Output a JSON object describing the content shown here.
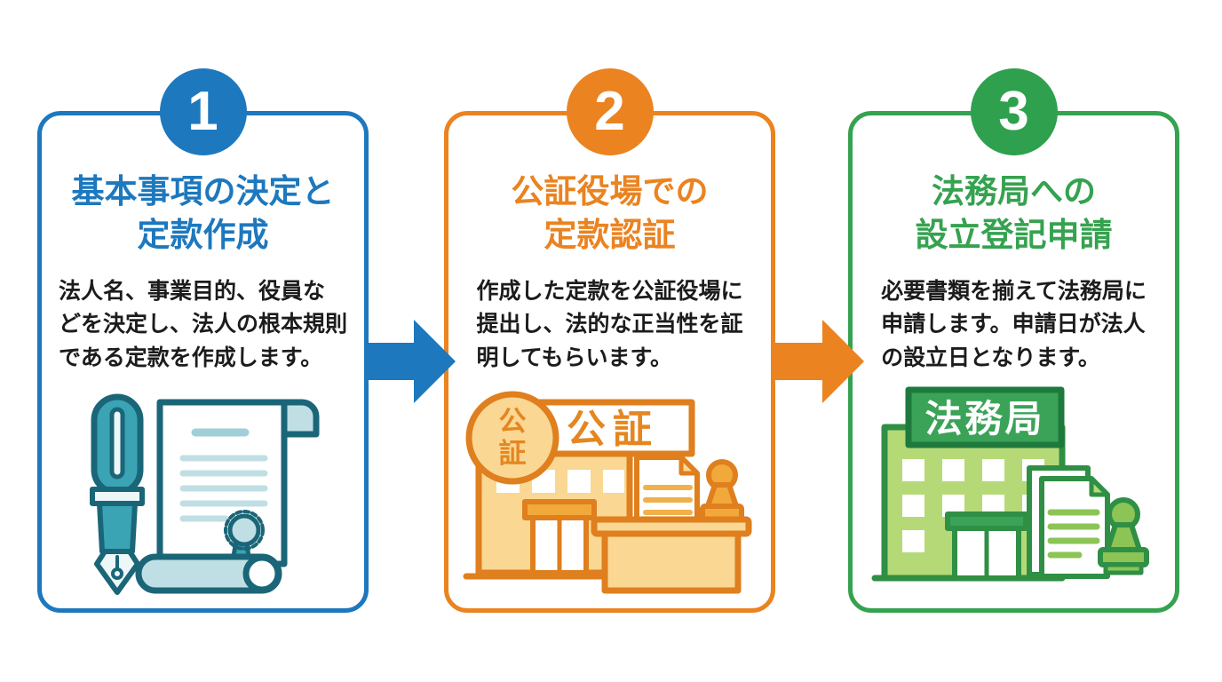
{
  "diagram": {
    "kind": "three-step-process-flow",
    "background": "#ffffff",
    "text_color": "#1c1c1c"
  },
  "steps": [
    {
      "number": "1",
      "color": "#1d78be",
      "title_lines": [
        "基本事項の決定と",
        "定款作成"
      ],
      "body_lines": [
        "法人名、事業目的、役員な",
        "どを決定し、法人の根本規則",
        "である定款を作成します。"
      ],
      "icon": "pen-and-scroll-icon",
      "icon_colors": {
        "stroke": "#1a6678",
        "fill": "#3ba4b4",
        "light": "#bfdfe4"
      }
    },
    {
      "number": "2",
      "color": "#ea8320",
      "title_lines": [
        "公証役場での",
        "定款認証"
      ],
      "body_lines": [
        "作成した定款を公証役場に",
        "提出し、法的な正当性を証",
        "明してもらいます。"
      ],
      "icon": "notary-office-icon",
      "sign_label": "公証",
      "seal_line1": "公",
      "seal_line2": "証",
      "icon_colors": {
        "stroke": "#df7f1e",
        "fill": "#fad792",
        "accent": "#f2a93b"
      }
    },
    {
      "number": "3",
      "color": "#35a24f",
      "title_lines": [
        "法務局への",
        "設立登記申請"
      ],
      "body_lines": [
        "必要書類を揃えて法務局に",
        "申請します。申請日が法人",
        "の設立日となります。"
      ],
      "icon": "legal-bureau-icon",
      "sign_label": "法務局",
      "icon_colors": {
        "stroke": "#2f8f45",
        "fill": "#b6d978",
        "sign": "#3aa357",
        "accent": "#8cc455"
      }
    }
  ],
  "arrows": [
    {
      "direction": "right",
      "color": "#1d78be"
    },
    {
      "direction": "right",
      "color": "#ea8320"
    }
  ]
}
